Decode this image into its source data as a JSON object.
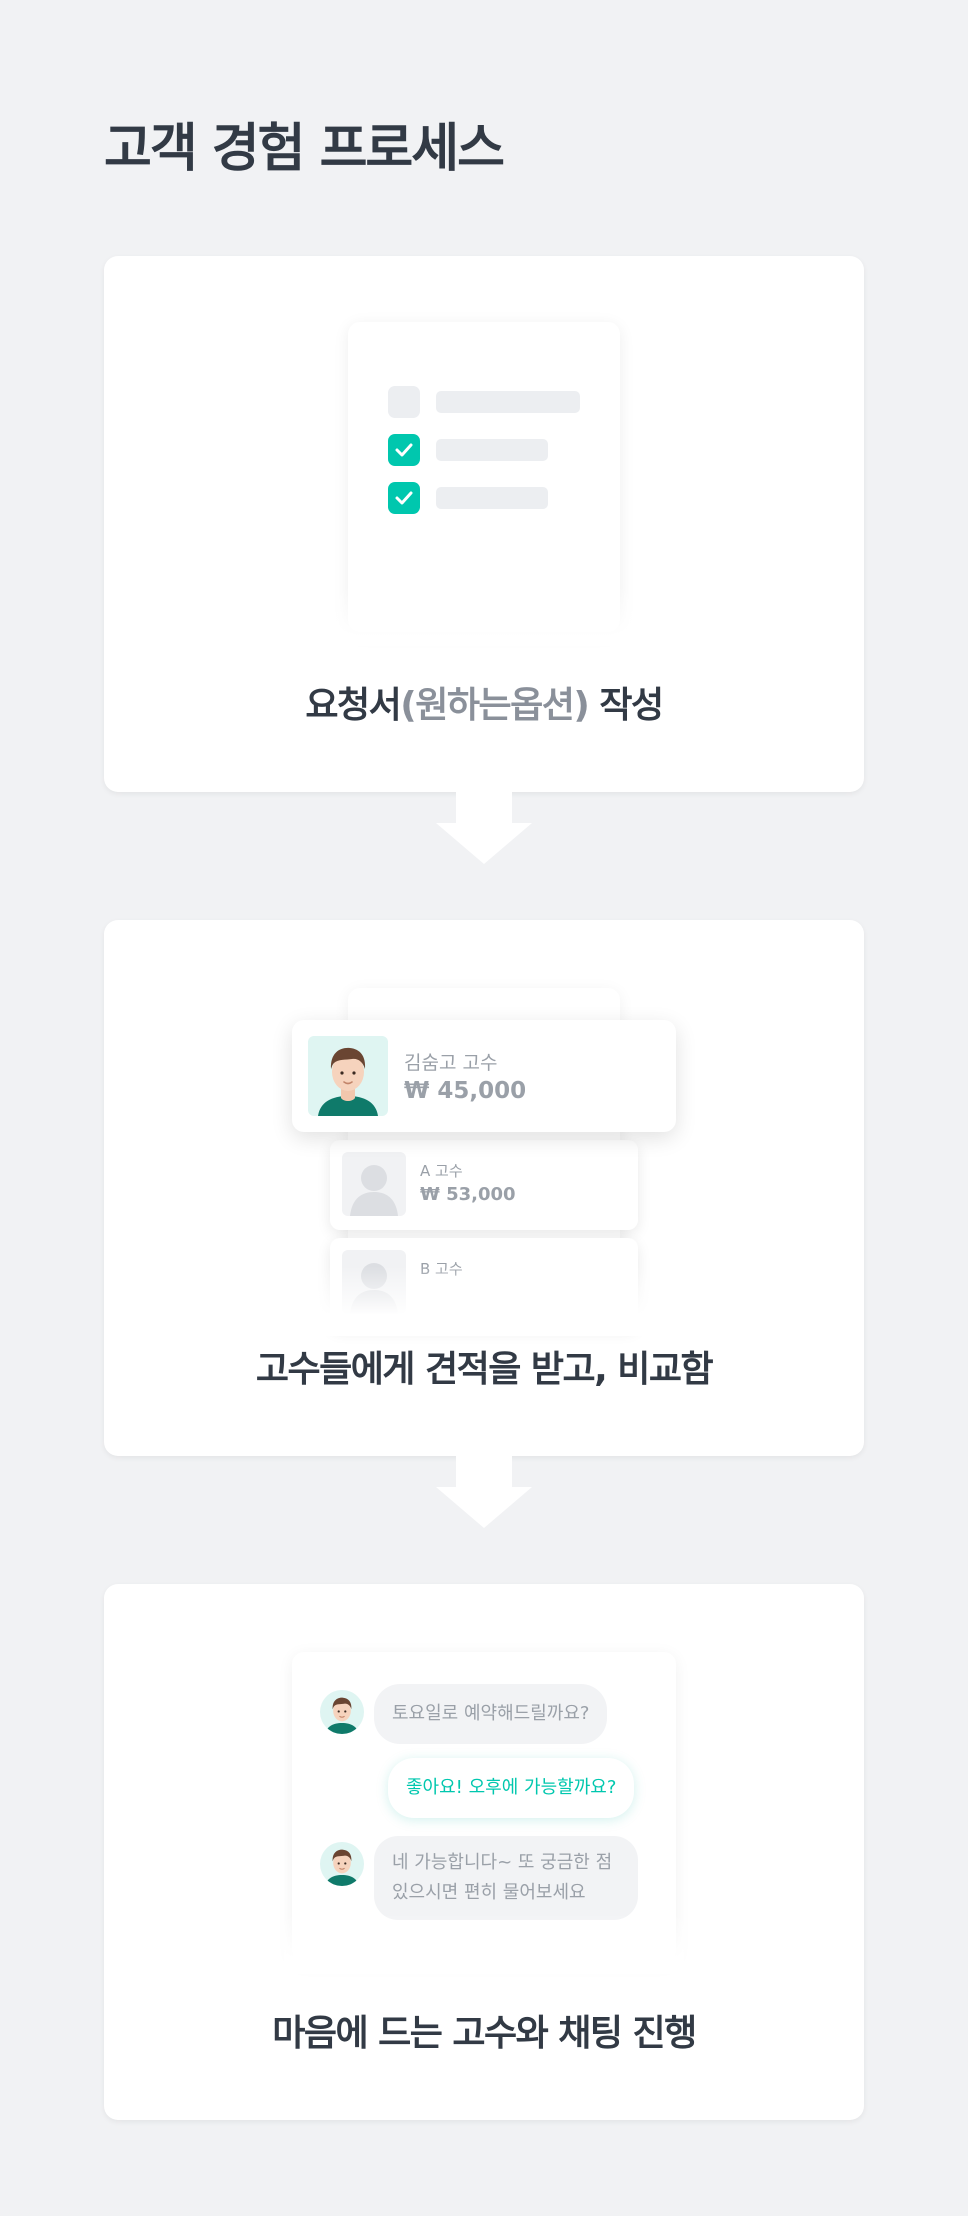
{
  "page": {
    "title": "고객 경험 프로세스"
  },
  "steps": [
    {
      "title_main": "요청서",
      "title_paren": "(원하는옵션)",
      "title_tail": " 작성"
    },
    {
      "title": "고수들에게 견적을 받고, 비교함"
    },
    {
      "title": "마음에 드는 고수와 채팅 진행"
    }
  ],
  "quotes": {
    "featured": {
      "name": "김숨고 고수",
      "price": "₩ 45,000"
    },
    "a": {
      "name": "A 고수",
      "price": "₩ 53,000"
    },
    "b": {
      "name": "B 고수"
    }
  },
  "chat": {
    "msg1": "토요일로 예약해드릴까요?",
    "msg2": "좋아요! 오후에 가능할까요?",
    "msg3_line1": "네 가능합니다~ 또 궁금한 점",
    "msg3_line2": "있으시면 편히 물어보세요"
  },
  "colors": {
    "accent": "#00c7ae",
    "text": "#323a45",
    "muted": "#8a909a",
    "background": "#f1f2f4"
  },
  "icons": [
    "checkbox-empty-icon",
    "checkbox-checked-icon",
    "avatar-icon",
    "placeholder-avatar-icon",
    "down-arrow-icon"
  ]
}
